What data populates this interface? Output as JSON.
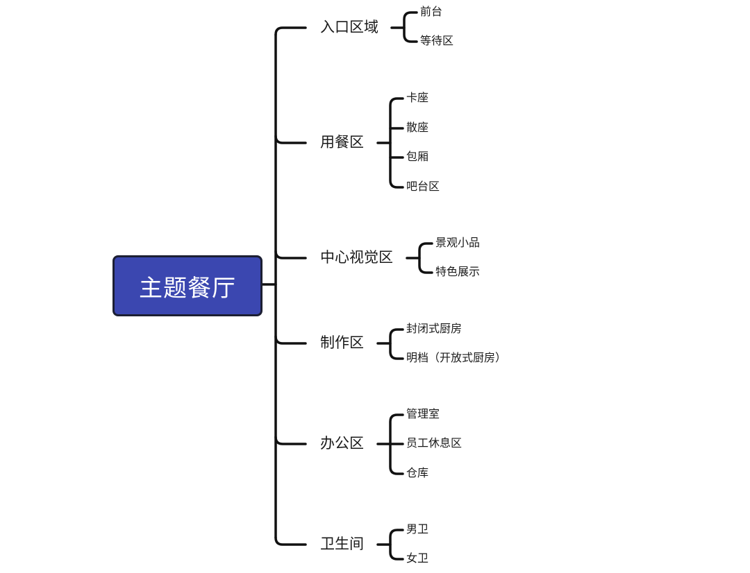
{
  "root": {
    "label": "主题餐厅",
    "fill_color": "#3b47b0",
    "text_color": "#ffffff"
  },
  "line_color": "#111111",
  "branches": [
    {
      "label": "入口区域",
      "children": [
        "前台",
        "等待区"
      ]
    },
    {
      "label": "用餐区",
      "children": [
        "卡座",
        "散座",
        "包厢",
        "吧台区"
      ]
    },
    {
      "label": "中心视觉区",
      "children": [
        "景观小品",
        "特色展示"
      ]
    },
    {
      "label": "制作区",
      "children": [
        "封闭式厨房",
        "明档（开放式厨房）"
      ]
    },
    {
      "label": "办公区",
      "children": [
        "管理室",
        "员工休息区",
        "仓库"
      ]
    },
    {
      "label": "卫生间",
      "children": [
        "男卫",
        "女卫"
      ]
    }
  ]
}
